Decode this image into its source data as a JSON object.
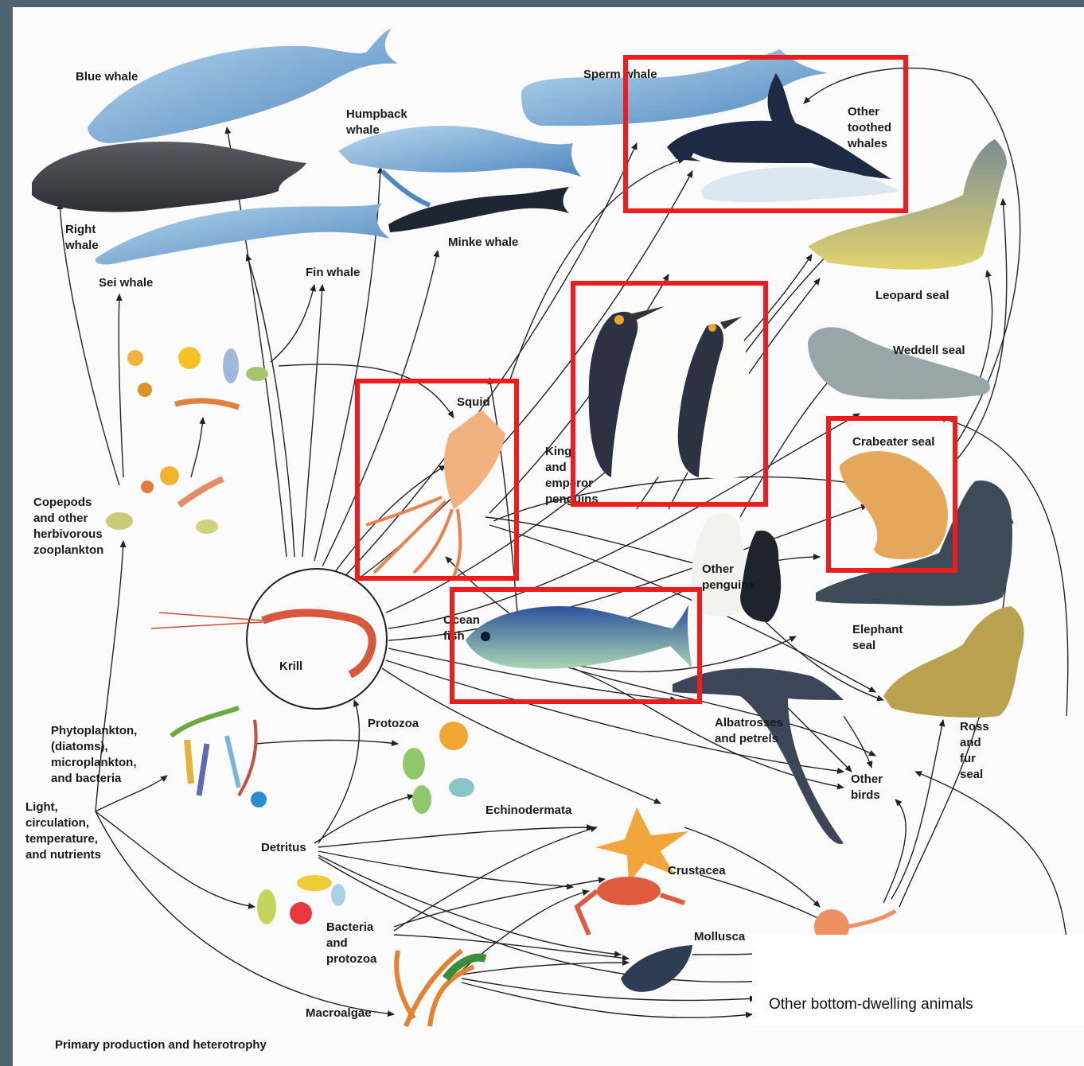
{
  "diagram": {
    "footer": "Primary production and heterotrophy",
    "nodes": {
      "blue_whale": "Blue whale",
      "right_whale": [
        "Right",
        "whale"
      ],
      "sei_whale": "Sei whale",
      "fin_whale": "Fin whale",
      "humpback_whale": [
        "Humpback",
        "whale"
      ],
      "minke_whale": "Minke whale",
      "sperm_whale": "Sperm whale",
      "other_toothed_whales": [
        "Other",
        "toothed",
        "whales"
      ],
      "leopard_seal": "Leopard seal",
      "weddell_seal": "Weddell seal",
      "crabeater_seal": "Crabeater seal",
      "elephant_seal": [
        "Elephant",
        "seal"
      ],
      "ross_fur_seal": [
        "Ross",
        "and",
        "fur",
        "seal"
      ],
      "squid": "Squid",
      "penguins": [
        "King",
        "and",
        "emperor",
        "penguins"
      ],
      "other_penguins": [
        "Other",
        "penguins"
      ],
      "ocean_fish": [
        "Ocean",
        "fish"
      ],
      "krill": "Krill",
      "copepods": [
        "Copepods",
        "and other",
        "herbivorous",
        "zooplankton"
      ],
      "phytoplankton": [
        "Phytoplankton,",
        "(diatoms),",
        "microplankton,",
        "and bacteria"
      ],
      "light": [
        "Light,",
        "circulation,",
        "temperature,",
        "and nutrients"
      ],
      "protozoa": "Protozoa",
      "detritus": "Detritus",
      "echinodermata": "Echinodermata",
      "crustacea": "Crustacea",
      "mollusca": "Mollusca",
      "bacteria": [
        "Bacteria",
        "and",
        "protozoa"
      ],
      "macroalgae": "Macroalgae",
      "albatrosses": [
        "Albatrosses",
        "and petrels"
      ],
      "other_birds": [
        "Other",
        "birds"
      ],
      "bottom_dwellers": "Other bottom-dwelling animals"
    },
    "highlight_color": "#ee1c1c"
  }
}
